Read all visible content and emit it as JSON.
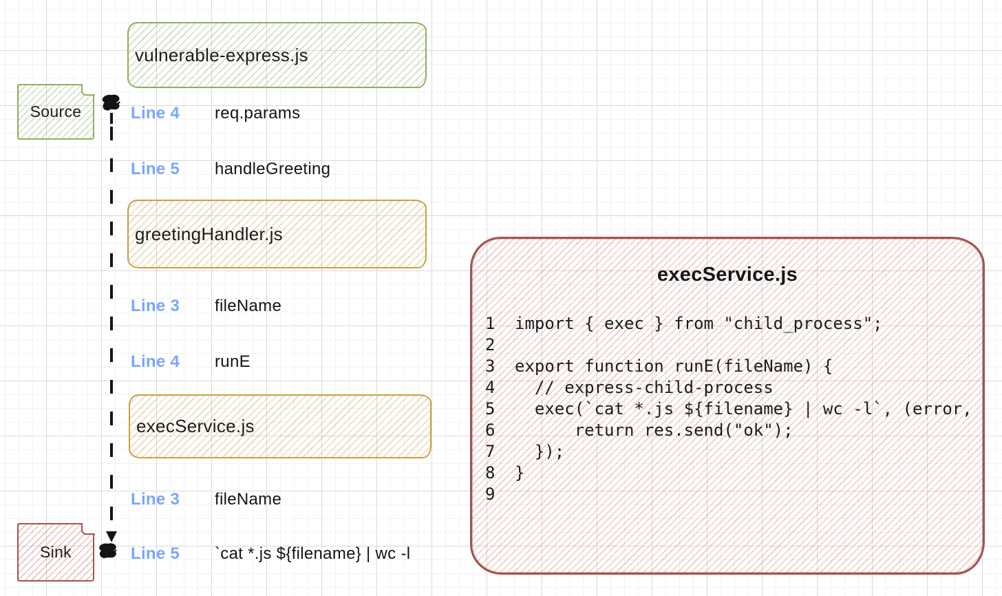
{
  "badges": {
    "source": "Source",
    "sink": "Sink"
  },
  "file_boxes": [
    {
      "label": "vulnerable-express.js",
      "color": "#8fae62"
    },
    {
      "label": "greetingHandler.js",
      "color": "#c6a23e"
    },
    {
      "label": "execService.js",
      "color": "#c6a23e"
    }
  ],
  "trace_steps": [
    {
      "line": "Line 4",
      "value": "req.params"
    },
    {
      "line": "Line 5",
      "value": "handleGreeting"
    },
    {
      "line": "Line 3",
      "value": "fileName"
    },
    {
      "line": "Line 4",
      "value": "runE"
    },
    {
      "line": "Line 3",
      "value": "fileName"
    },
    {
      "line": "Line 5",
      "value": "`cat *.js ${filename} | wc -l"
    }
  ],
  "code_panel": {
    "title": "execService.js",
    "lines": [
      {
        "num": "1",
        "code": "import { exec } from \"child_process\";"
      },
      {
        "num": "2",
        "code": ""
      },
      {
        "num": "3",
        "code": "export function runE(fileName) {"
      },
      {
        "num": "4",
        "code": "  // express-child-process"
      },
      {
        "num": "5",
        "code": "  exec(`cat *.js ${filename} | wc -l`, (error,"
      },
      {
        "num": "6",
        "code": "      return res.send(\"ok\");"
      },
      {
        "num": "7",
        "code": "  });"
      },
      {
        "num": "8",
        "code": "}"
      },
      {
        "num": "9",
        "code": ""
      }
    ]
  },
  "colors": {
    "source_green": "#8fae62",
    "file_yellow": "#c6a23e",
    "sink_red": "#a5524c",
    "line_ref_blue": "#7aa7f7",
    "flow_line_black": "#141414"
  }
}
